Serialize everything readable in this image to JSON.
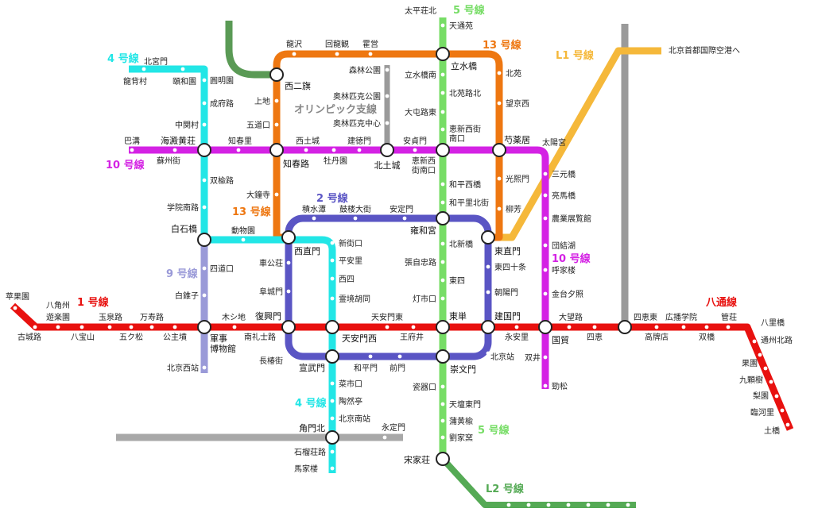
{
  "colors": {
    "line1": "#e8110f",
    "line2": "#5a55c4",
    "line4": "#22e6e6",
    "line5": "#77dd66",
    "line9": "#9a9ad8",
    "line10": "#d422e4",
    "line13": "#ee7711",
    "batong": "#e8110f",
    "l1": "#f5b83a",
    "l2": "#55aa55",
    "olympic": "#9a9a9a",
    "gray": "#a8a8a8",
    "darkgreen": "#5a9a55"
  },
  "lines": {
    "line1": "1 号線",
    "line2": "2 号線",
    "line4_top": "4 号線",
    "line4_bottom": "4 号線",
    "line5_top": "5 号線",
    "line5_bottom": "5 号線",
    "line9": "9 号線",
    "line10_left": "10 号線",
    "line10_right": "10 号線",
    "line13_top": "13 号線",
    "line13_left": "13 号線",
    "batong": "八通線",
    "l1": "L1 号線",
    "l2": "L2 号線",
    "olympic": "オリンピック支線"
  },
  "stations": {
    "s_taipingzhuangbei": "太平荘北",
    "s_tiantongyuan": "天通苑",
    "s_lishuiqiao": "立水橋",
    "s_lishuiqiaonan": "立水橋南",
    "s_beiyuanlubei": "北苑路北",
    "s_datunludong": "大屯路東",
    "s_huixinxijie_n1": "恵新西街",
    "s_huixinxijie_n2": "南口",
    "s_heping_xiqiao": "和平西橋",
    "s_hepingli_beijie": "和平里北街",
    "s_yonghegong": "雍和宮",
    "s_beixinqiao": "北新橋",
    "s_zhangzizhonglu": "張自忠路",
    "s_dongsi": "東四",
    "s_dengshikou": "灯市口",
    "s_dongdan": "東単",
    "s_chongwenmen": "崇文門",
    "s_ciqikou": "瓷器口",
    "s_tiantandongmen": "天壇東門",
    "s_puhuangyu": "蒲黄楡",
    "s_liujiayao": "劉家窯",
    "s_songjiazhuang": "宋家荘",
    "s_longze": "龍沢",
    "s_huilongguan": "回龍観",
    "s_huoying": "霍営",
    "s_xierqi": "西二旗",
    "s_shangdi": "上地",
    "s_wudaokou": "五道口",
    "s_zhichunlu": "知春路",
    "s_dazhongsi": "大鐘寺",
    "s_xizhimen": "西直門",
    "s_beiyuan": "北苑",
    "s_wangjingxi": "望京西",
    "s_shaoyaoju": "芍薬居",
    "s_guangximen": "光熙門",
    "s_liufang": "柳芳",
    "s_dongzhimen": "東直門",
    "s_senlin": "森林公園",
    "s_aoti": "奥林匹克公園",
    "s_aotizhongxin": "奥林匹克中心",
    "s_bagou": "巴溝",
    "s_haidianhuangzhuang": "海澱黄荘",
    "s_suzhoujie": "蘇州街",
    "s_zhichunli": "知春里",
    "s_xitucheng": "西土城",
    "s_mudanyuan": "牡丹園",
    "s_jiandemen": "建徳門",
    "s_beitucheng": "北土城",
    "s_anzhenmen": "安貞門",
    "s_huixinxijienankou_a": "恵新西",
    "s_huixinxijienankou_b": "街南口",
    "s_taiyanggong": "太陽宮",
    "s_sanyuanqiao": "三元橋",
    "s_liangmaqiao": "亮馬橋",
    "s_nongzhanguan": "農業展覧館",
    "s_tuanjiehu": "団結湖",
    "s_hujialou": "呼家楼",
    "s_jintaixizhao": "金台夕照",
    "s_guomao": "国貿",
    "s_shuangjing": "双井",
    "s_jinsong": "勁松",
    "s_beigongmen": "北宮門",
    "s_longbeicun": "龍背村",
    "s_yiheyuan": "頤和園",
    "s_yuanmingyuan": "圓明園",
    "s_chengfulu": "成府路",
    "s_zhongguancun": "中関村",
    "s_shuangyushu": "双楡路",
    "s_xueyuannanlu": "学院南路",
    "s_baishiqiao": "白石橋",
    "s_dongwuyuan": "動物園",
    "s_xinjiekou": "新街口",
    "s_pinganli": "平安里",
    "s_xisi": "西四",
    "s_lingjinghutong": "霊境胡同",
    "s_xidan_tam": "天安門西",
    "s_xuanwumen": "宣武門",
    "s_caishikou": "菜市口",
    "s_taoranting": "陶然亭",
    "s_beijingnan": "北京南站",
    "s_jiaomenbei": "角門北",
    "s_shiliuzhuanglu": "石榴荘路",
    "s_majialou": "馬家楼",
    "s_jishuitan": "積水潭",
    "s_gulou": "鼓楼大街",
    "s_andingmen": "安定門",
    "s_chegongzhuang": "車公荘",
    "s_fuchengmen": "阜城門",
    "s_fuxingmen": "復興門",
    "s_changchunjie": "長椿街",
    "s_hepingmen": "和平門",
    "s_qianmen": "前門",
    "s_beijingzhan": "北京站",
    "s_jianguomen": "建国門",
    "s_chaoyangmen": "朝陽門",
    "s_dongsishitiao": "東四十条",
    "s_pingguoyuan": "苹果園",
    "s_gucheng": "古城路",
    "s_bajiao": "八角州",
    "s_youleyuan": "遊楽園",
    "s_babaoshan": "八宝山",
    "s_yuquanlu": "玉泉路",
    "s_wukesong": "五ク松",
    "s_wanshoulu": "万寿路",
    "s_gongzhufen": "公主墳",
    "s_junshibowuguan_a": "軍事",
    "s_junshibowuguan_b": "博物館",
    "s_muxidi": "木シ地",
    "s_nanlishilu": "南礼士路",
    "s_tiananmendong": "天安門東",
    "s_wangfujing": "王府井",
    "s_yonganli": "永安里",
    "s_dawanglu": "大望路",
    "s_sihui": "四恵",
    "s_sihuidong": "四恵東",
    "s_gaobeidian": "高牌店",
    "s_chuanmeidaxue": "広播学院",
    "s_shuangqiao": "双橋",
    "s_guanzhuang": "管荘",
    "s_baliqiao": "八里橋",
    "s_tongzhoubeiyuan": "通州北路",
    "s_guoyuan": "果園",
    "s_jiukeshu": "九顆樹",
    "s_liyuan": "梨園",
    "s_linheli": "臨河里",
    "s_tuqiao": "土橋",
    "s_airport": "北京首都国際空港へ",
    "s_sidaokou": "四道口",
    "s_baiduizi": "白錐子",
    "s_beijingxi": "北京西站",
    "s_yongdingmen": "永定門"
  }
}
